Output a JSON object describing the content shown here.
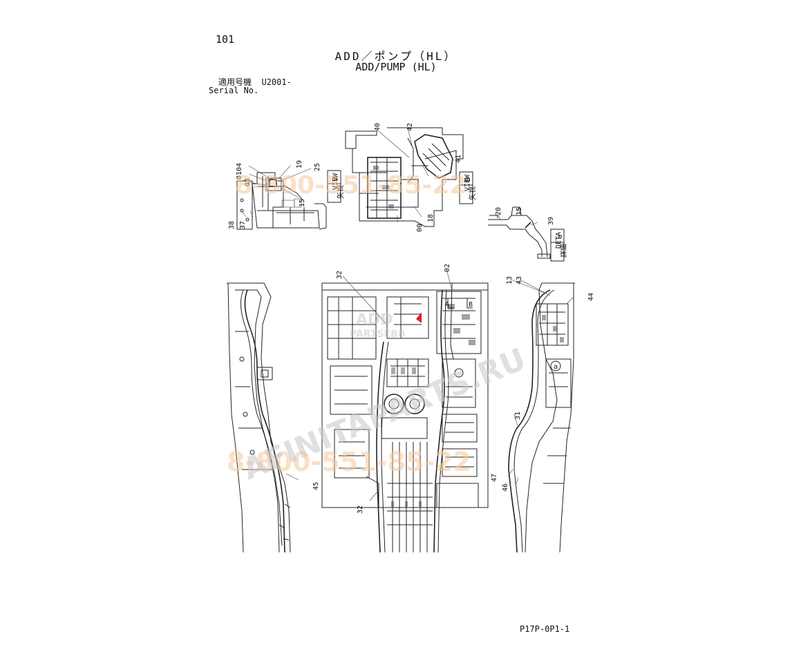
{
  "header": {
    "page_number": "101",
    "title_jp": "ADD／ポンプ（HL）",
    "title_en": "ADD/PUMP (HL)",
    "serial_label_jp": "適用号機",
    "serial_value": "U2001-",
    "serial_label_en": "Serial No."
  },
  "footer": {
    "drawing_code": "P17P-0P1-1"
  },
  "views": {
    "view_a_jp": "矢視",
    "view_a_label": "VIEW",
    "view_a_letter": "A",
    "view_b_jp": "矢視",
    "view_b_label": "VIEW",
    "view_b_letter": "B",
    "detail_a_jp": "詳細",
    "detail_a_label": "DETA",
    "detail_a_letter": "a"
  },
  "callouts": {
    "c04": "04",
    "c01": "01",
    "c03": "03",
    "c19": "19",
    "c25": "25",
    "c15a": "15",
    "c38": "38",
    "c37": "37",
    "c40": "40",
    "c42": "42",
    "c41": "41",
    "c18": "18",
    "c00": "00",
    "c20": "20",
    "c15b": "15",
    "c39": "39",
    "c32a": "32",
    "c02": "02",
    "c13": "13",
    "c43": "43",
    "c44": "44",
    "c31": "31",
    "c45": "45",
    "c32b": "32",
    "c47": "47",
    "c46": "46",
    "mark_a": "A",
    "mark_b": "B",
    "mark_small_a": "a"
  },
  "watermarks": {
    "phone_1": "8-800-551-85-22",
    "phone_2": "8-800-551-85-22",
    "site": "AFINITAPARTS.RU",
    "logo_top": "ADD",
    "logo_bottom": "PARTSEBB"
  },
  "colors": {
    "line": "#222222",
    "watermark_orange": "#f6c79b",
    "watermark_gray": "#c8c8c8",
    "accent_red": "#e02020"
  }
}
